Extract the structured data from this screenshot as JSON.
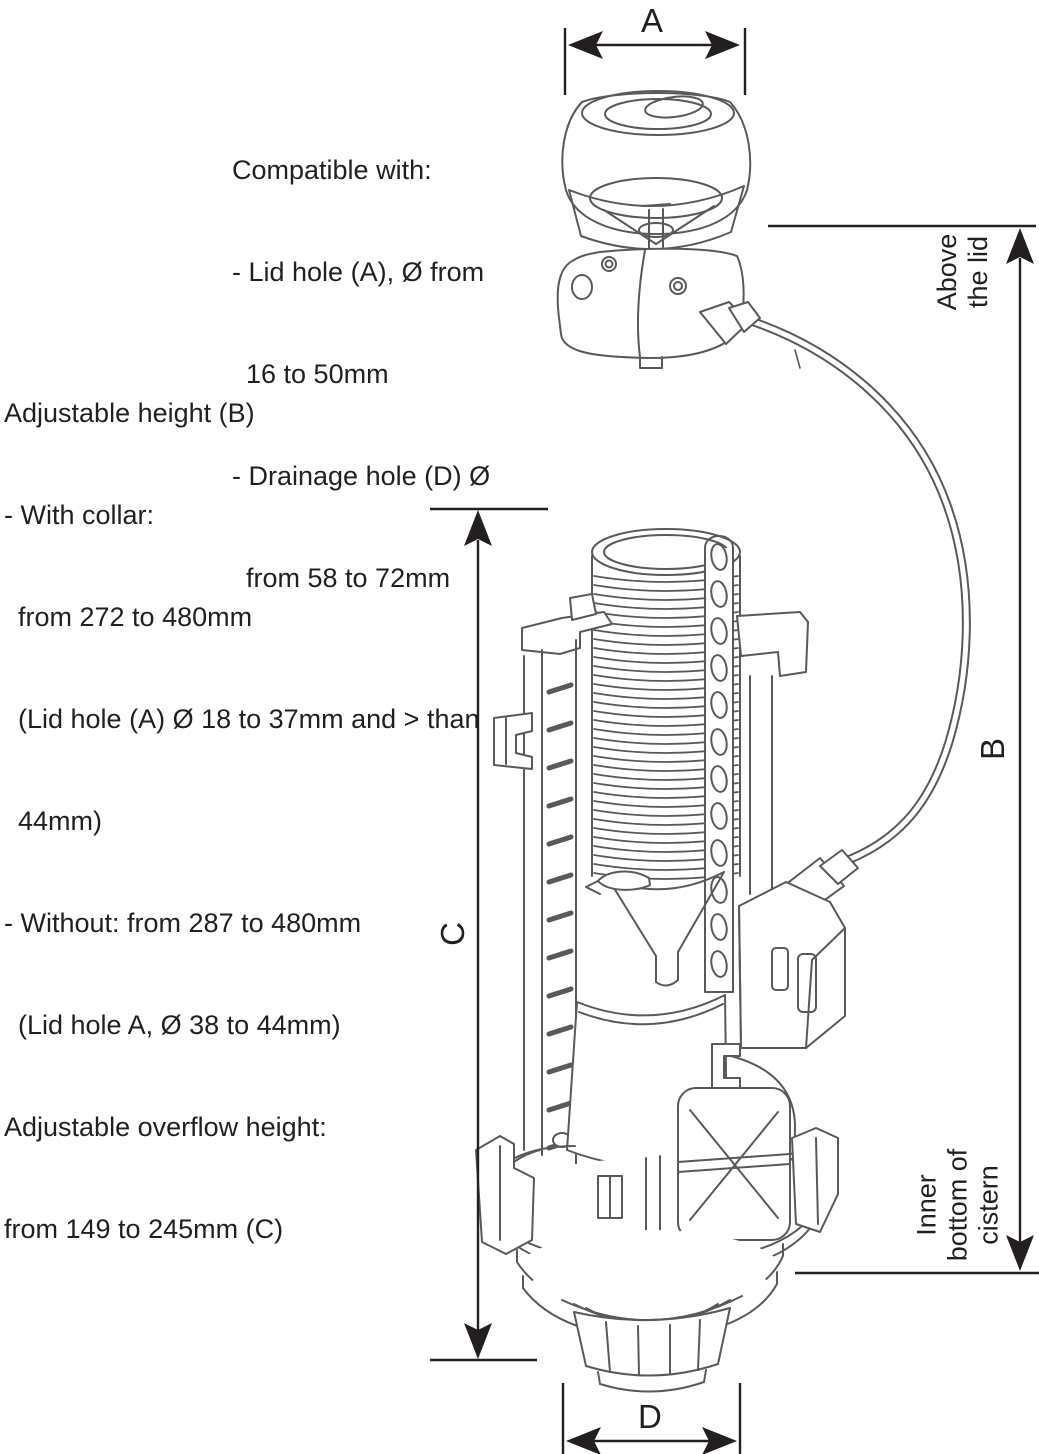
{
  "notes_top": {
    "heading": "Compatible with:",
    "line1": "- Lid hole (A), Ø from",
    "line2": "16 to 50mm",
    "line3": "- Drainage hole (D) Ø",
    "line4": "from 58 to 72mm"
  },
  "notes_left": {
    "line1": "Adjustable height (B)",
    "line2": "- With collar:",
    "line3": "from 272 to 480mm",
    "line4": "(Lid hole (A) Ø 18 to 37mm and > than",
    "line5": "44mm)",
    "line6": "- Without: from 287 to 480mm",
    "line7": "(Lid hole A, Ø 38 to 44mm)",
    "line8": "Adjustable overflow height:",
    "line9": "from 149 to 245mm (C)"
  },
  "dimension_labels": {
    "a": "A",
    "b": "B",
    "c": "C",
    "d": "D",
    "above_lid": "Above\nthe lid",
    "inner_bottom": "Inner\nbottom of\ncistern"
  },
  "colors": {
    "drawing_line": "#58595b",
    "dimension_line": "#231f20",
    "background": "#ffffff"
  }
}
